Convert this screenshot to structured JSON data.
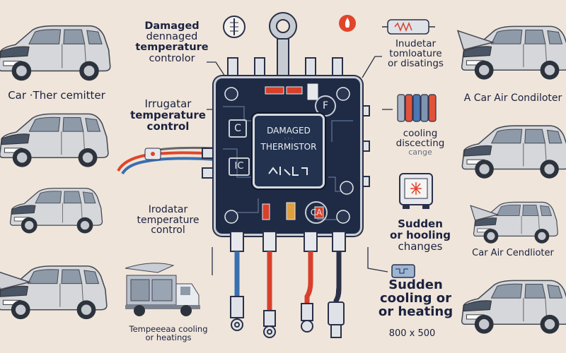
{
  "thermistor": {
    "line1": "DAMAGED",
    "line2": "THERMISTOR",
    "chip_letters": [
      "C",
      "F",
      "IC",
      "CA"
    ]
  },
  "labels": {
    "top_left": [
      "Damaged",
      "dennaged",
      "temperature",
      "controlor"
    ],
    "left_car_caption": "Car ·Ther cemitter",
    "left_mid": [
      "Irrugatar",
      "temperature",
      "control"
    ],
    "left_lower": [
      "Irodatar",
      "temperature",
      "control"
    ],
    "left_bottom": [
      "Tempeeeaa cooling",
      "or heatings"
    ],
    "top_right": [
      "Inudetar",
      "tomloature",
      "or disatings"
    ],
    "right_car_caption_1": "A Car Air Condiloter",
    "right_mid": [
      "cooling",
      "discecting",
      "cange"
    ],
    "right_lower": [
      "Sudden",
      "or hooling",
      "changes"
    ],
    "right_car_caption_2": "Car Air Cendlioter",
    "right_bottom": [
      "Sudden",
      "cooling or",
      "or heating"
    ],
    "dimensions": "800 x 500"
  },
  "colors": {
    "background": "#efe5da",
    "board": "#1f2b45",
    "text": "#1b2140",
    "accent_red": "#e0452b",
    "wire_blue": "#3a6fb0"
  }
}
